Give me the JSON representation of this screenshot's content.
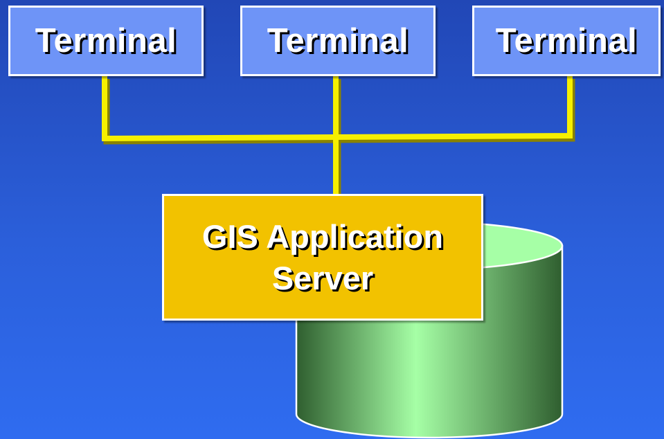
{
  "diagram": {
    "terminals": [
      {
        "label": "Terminal"
      },
      {
        "label": "Terminal"
      },
      {
        "label": "Terminal"
      }
    ],
    "server": {
      "line1": "GIS Application",
      "line2": "Server"
    }
  },
  "colors": {
    "background_top": "#2147b6",
    "background_bottom": "#2f6cf0",
    "terminal_fill": "#6e94f7",
    "server_fill": "#f2c200",
    "connector": "#f6f000",
    "database_light": "#a6ffa6",
    "database_dark": "#2f5e2f"
  }
}
